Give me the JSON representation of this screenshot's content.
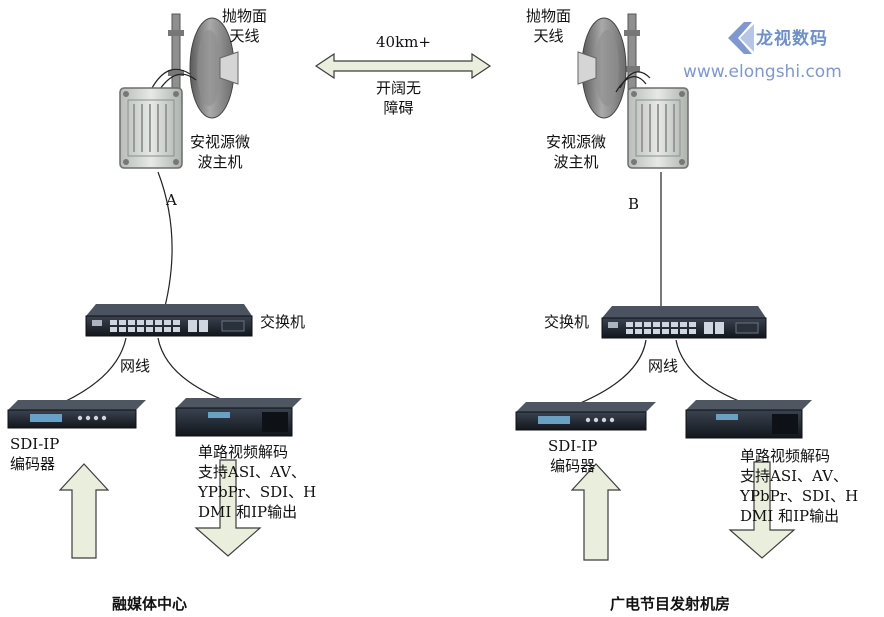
{
  "link": {
    "distance": "40km+",
    "condition": "开阔无\n障碍"
  },
  "left": {
    "antenna_label": "抛物面\n天线",
    "host_label": "安视源微\n波主机",
    "port_label": "A",
    "switch_label": "交换机",
    "cable_label": "网线",
    "encoder_label": "SDI-IP\n编码器",
    "decoder_label": "单路视频解码\n支持ASI、AV、\nYPbPr、SDI、H\nDMI 和IP输出",
    "site_label": "融媒体中心"
  },
  "right": {
    "antenna_label": "抛物面\n天线",
    "host_label": "安视源微\n波主机",
    "port_label": "B",
    "switch_label": "交换机",
    "cable_label": "网线",
    "encoder_label": "SDI-IP\n编码器",
    "decoder_label": "单路视频解码\n支持ASI、AV、\nYPbPr、SDI、H\nDMI 和IP输出",
    "site_label": "广电节目发射机房"
  },
  "watermark": {
    "brand": "龙视数码",
    "url": "www.elongshi.com"
  },
  "colors": {
    "arrow_fill": "#e9efdc",
    "arrow_stroke": "#3d3d3d",
    "device_dark": "#1d232c",
    "cable": "#222222",
    "watermark": "#7f98cf"
  }
}
